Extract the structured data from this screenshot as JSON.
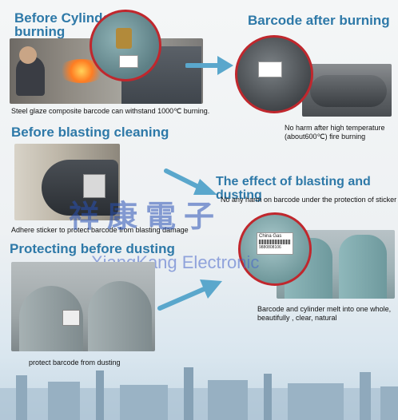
{
  "sections": {
    "before_burning": {
      "title_line1": "Before Cylinder",
      "title_line2": "burning",
      "caption": "Steel glaze composite barcode can withstand 1000℃ burning."
    },
    "after_burning": {
      "title": "Barcode after burning",
      "caption_line1": "No harm after high temperature",
      "caption_line2": "(about600℃) fire burning"
    },
    "before_blasting": {
      "title": "Before blasting cleaning",
      "caption": "Adhere sticker to protect barcode from blasting damage"
    },
    "effect_blasting": {
      "title": "The effect of blasting and dusting",
      "caption": "No any harm on barcode under the protection of sticker"
    },
    "protecting": {
      "title": "Protecting before dusting",
      "caption": "protect barcode from dusting"
    },
    "melt": {
      "caption_line1": "Barcode and cylinder melt into one whole,",
      "caption_line2": "beautifully , clear, natural"
    }
  },
  "watermark": {
    "chinese": "祥康電子",
    "english": "XiangKang Electronic"
  },
  "label_texts": {
    "china_gas": "China Gas",
    "serial": "9880808106"
  },
  "colors": {
    "heading": "#2e79a8",
    "arrow": "#5aa7cc",
    "circle_border": "#c0272d"
  }
}
